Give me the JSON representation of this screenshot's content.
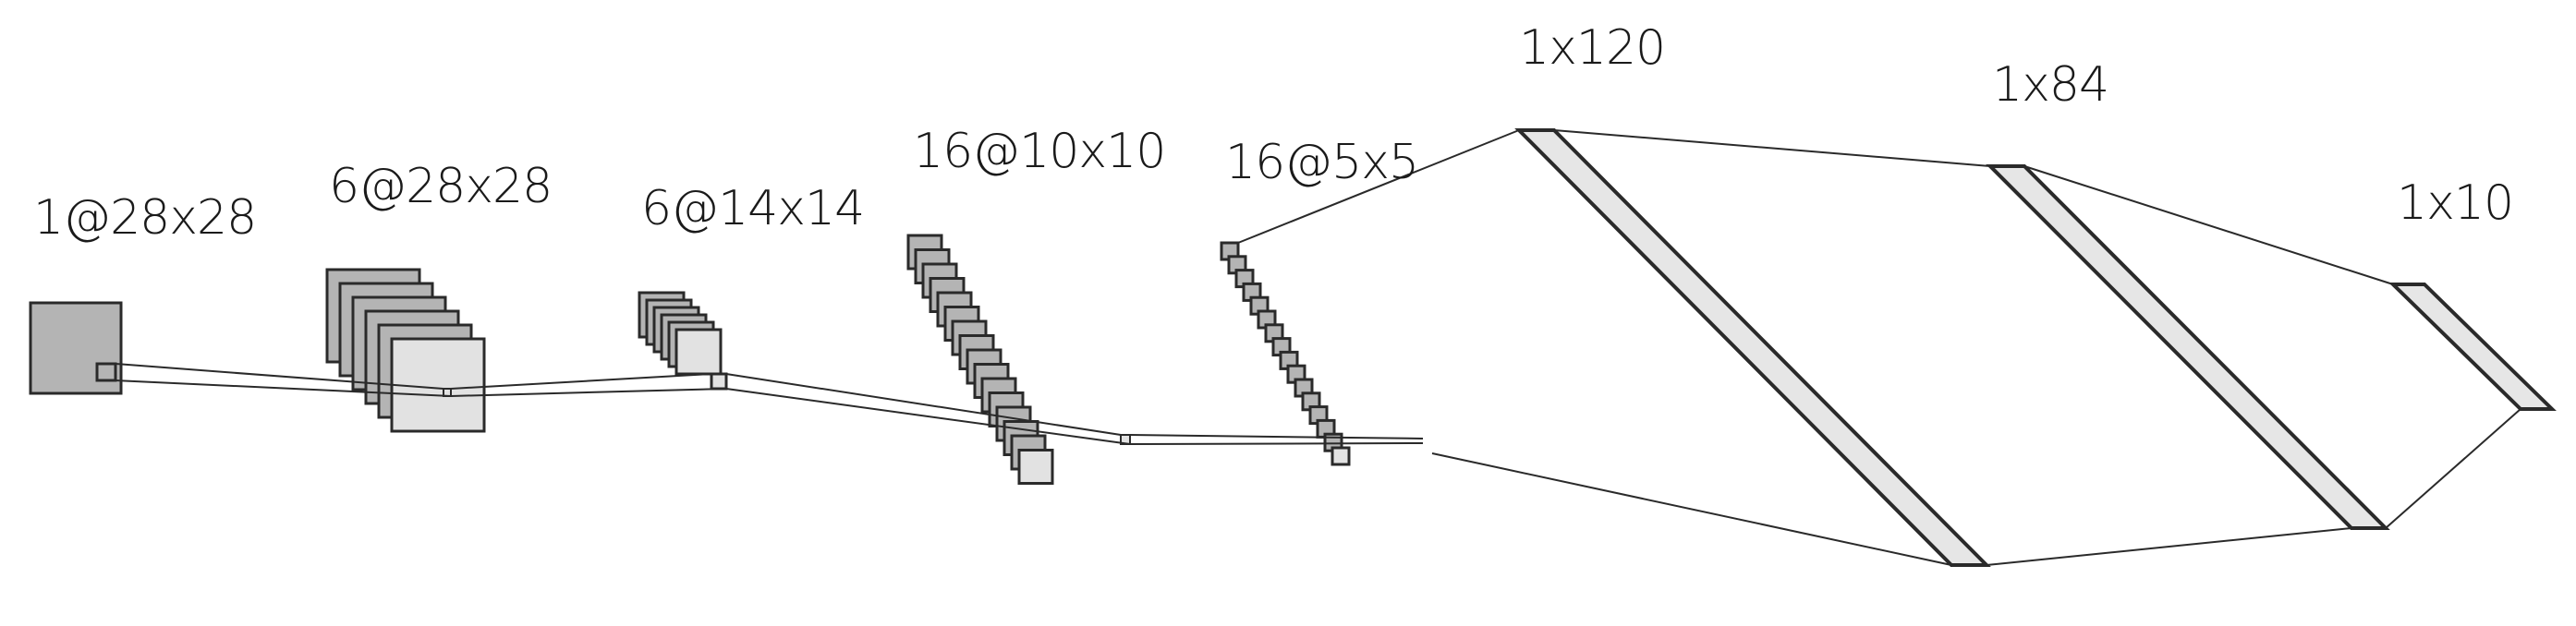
{
  "layers": [
    {
      "label": "1@28x28"
    },
    {
      "label": "6@28x28"
    },
    {
      "label": "6@14x14"
    },
    {
      "label": "16@10x10"
    },
    {
      "label": "16@5x5"
    },
    {
      "label": "1x120"
    },
    {
      "label": "1x84"
    },
    {
      "label": "1x10"
    }
  ],
  "colors": {
    "feature_map_dark": "#b4b4b4",
    "feature_map_light": "#e2e2e2",
    "dense_fill": "#e6e6e6",
    "stroke": "#2a2a2a"
  }
}
